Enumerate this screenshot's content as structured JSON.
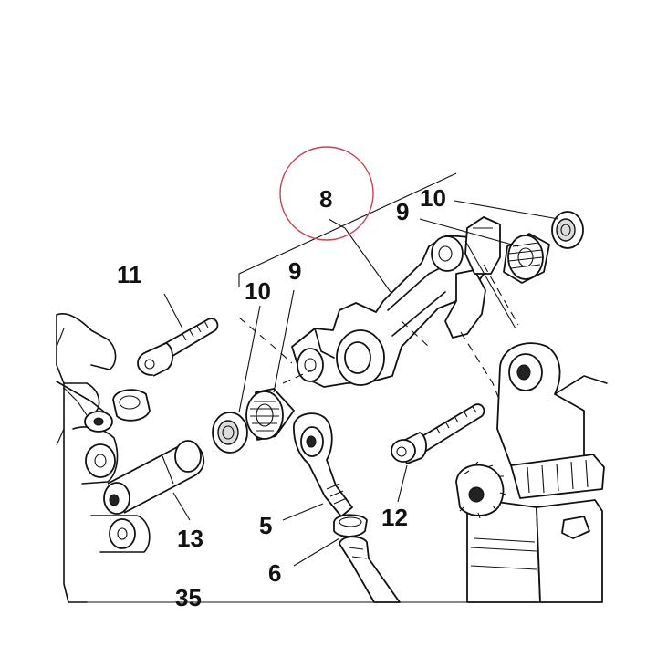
{
  "diagram": {
    "highlight_color": "#c94050",
    "labels": {
      "part_8": "8",
      "part_10_top": "10",
      "part_9_top": "9",
      "part_11": "11",
      "part_10_left": "10",
      "part_9_mid": "9",
      "part_5": "5",
      "part_12": "12",
      "part_13": "13",
      "part_6": "6",
      "part_35": "35"
    }
  }
}
